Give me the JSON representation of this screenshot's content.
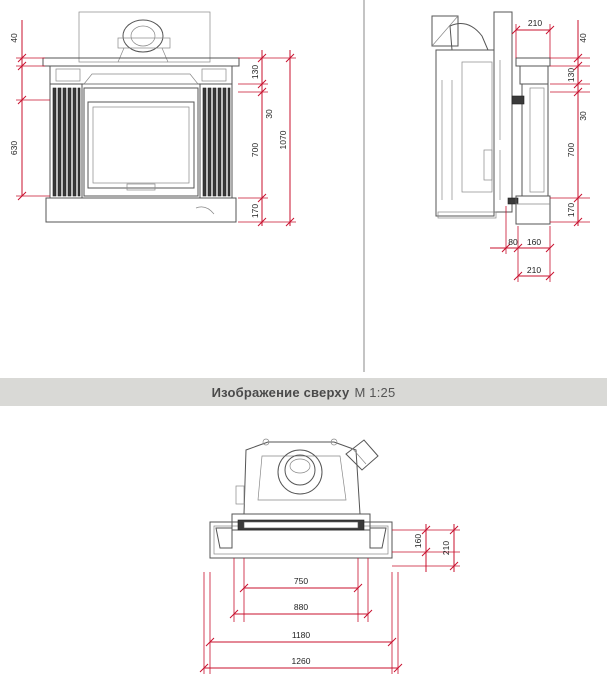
{
  "section_banner": {
    "title": "Изображение сверху",
    "scale": "М 1:25"
  },
  "front_view": {
    "dimensions": {
      "top_offset": "40",
      "cornice": "130",
      "lintel": "30",
      "opening": "630",
      "body": "700",
      "overall_height": "1070",
      "base": "170"
    }
  },
  "side_view": {
    "dimensions": {
      "top_depth": "210",
      "top_offset": "40",
      "cornice": "130",
      "lintel": "30",
      "body": "700",
      "base": "170",
      "back_gap": "80",
      "base_depth": "160",
      "bottom_depth": "210"
    }
  },
  "top_view": {
    "dimensions": {
      "depth_inner": "160",
      "depth_outer": "210",
      "width_750": "750",
      "width_880": "880",
      "width_1180": "1180",
      "width_1260": "1260"
    }
  },
  "colors": {
    "dimension_red": "#c8102e",
    "banner_bg": "#d9d9d6",
    "line_gray": "#555555"
  }
}
